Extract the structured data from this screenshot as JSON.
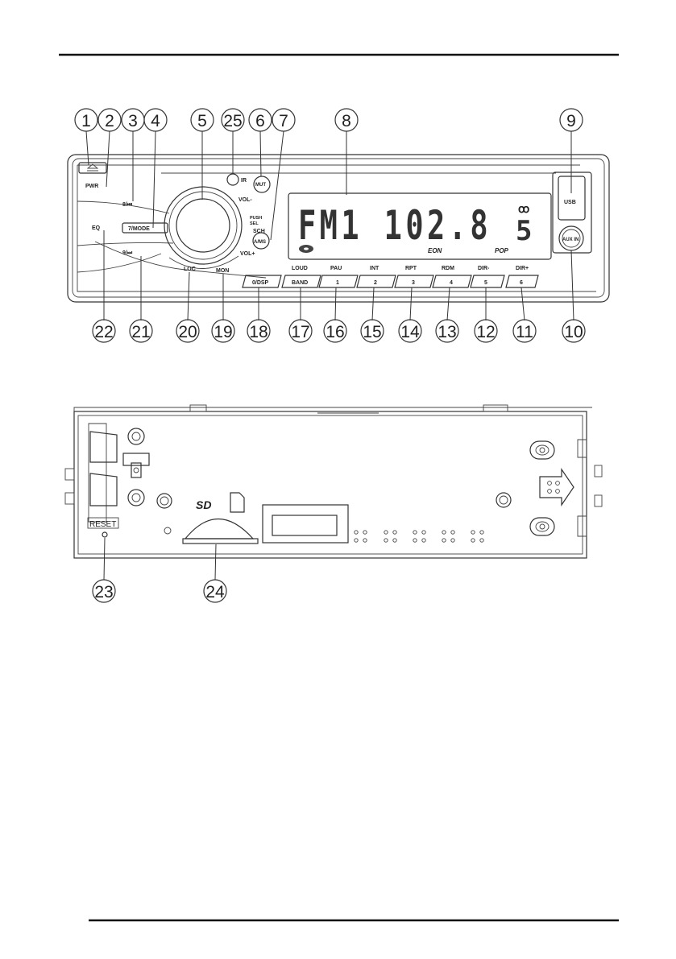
{
  "callouts_top": [
    "1",
    "2",
    "3",
    "4",
    "5",
    "25",
    "6",
    "7",
    "8",
    "9"
  ],
  "callouts_bottom": [
    "22",
    "21",
    "20",
    "19",
    "18",
    "17",
    "16",
    "15",
    "14",
    "13",
    "12",
    "11",
    "10"
  ],
  "callouts_back": [
    "23",
    "24"
  ],
  "front_panel": {
    "pwr": "PWR",
    "eq": "EQ",
    "prev": "8/⏮",
    "mode": "7/MODE",
    "next": "9/⏭",
    "ir": "IR",
    "mut": "MUT",
    "vol_minus": "VOL-",
    "push": "PUSH",
    "sel": "SEL",
    "sch": "SCH",
    "ams": "A/MS",
    "vol_plus": "VOL+",
    "loc": "LOC",
    "mon": "MON",
    "dsp": "0/DSP",
    "loud": "LOUD",
    "band": "BAND",
    "aux": "AUX IN",
    "usb": "USB",
    "presets": [
      {
        "top": "PAU",
        "key": "1"
      },
      {
        "top": "INT",
        "key": "2"
      },
      {
        "top": "RPT",
        "key": "3"
      },
      {
        "top": "RDM",
        "key": "4"
      },
      {
        "top": "DIR-",
        "key": "5"
      },
      {
        "top": "DIR+",
        "key": "6"
      }
    ]
  },
  "display": {
    "main": "FM1 102.8",
    "side": "5",
    "eon": "EON",
    "pop": "POP",
    "stereo": "ꝏ"
  },
  "back_panel": {
    "reset": "RESET",
    "sd": "SD"
  }
}
